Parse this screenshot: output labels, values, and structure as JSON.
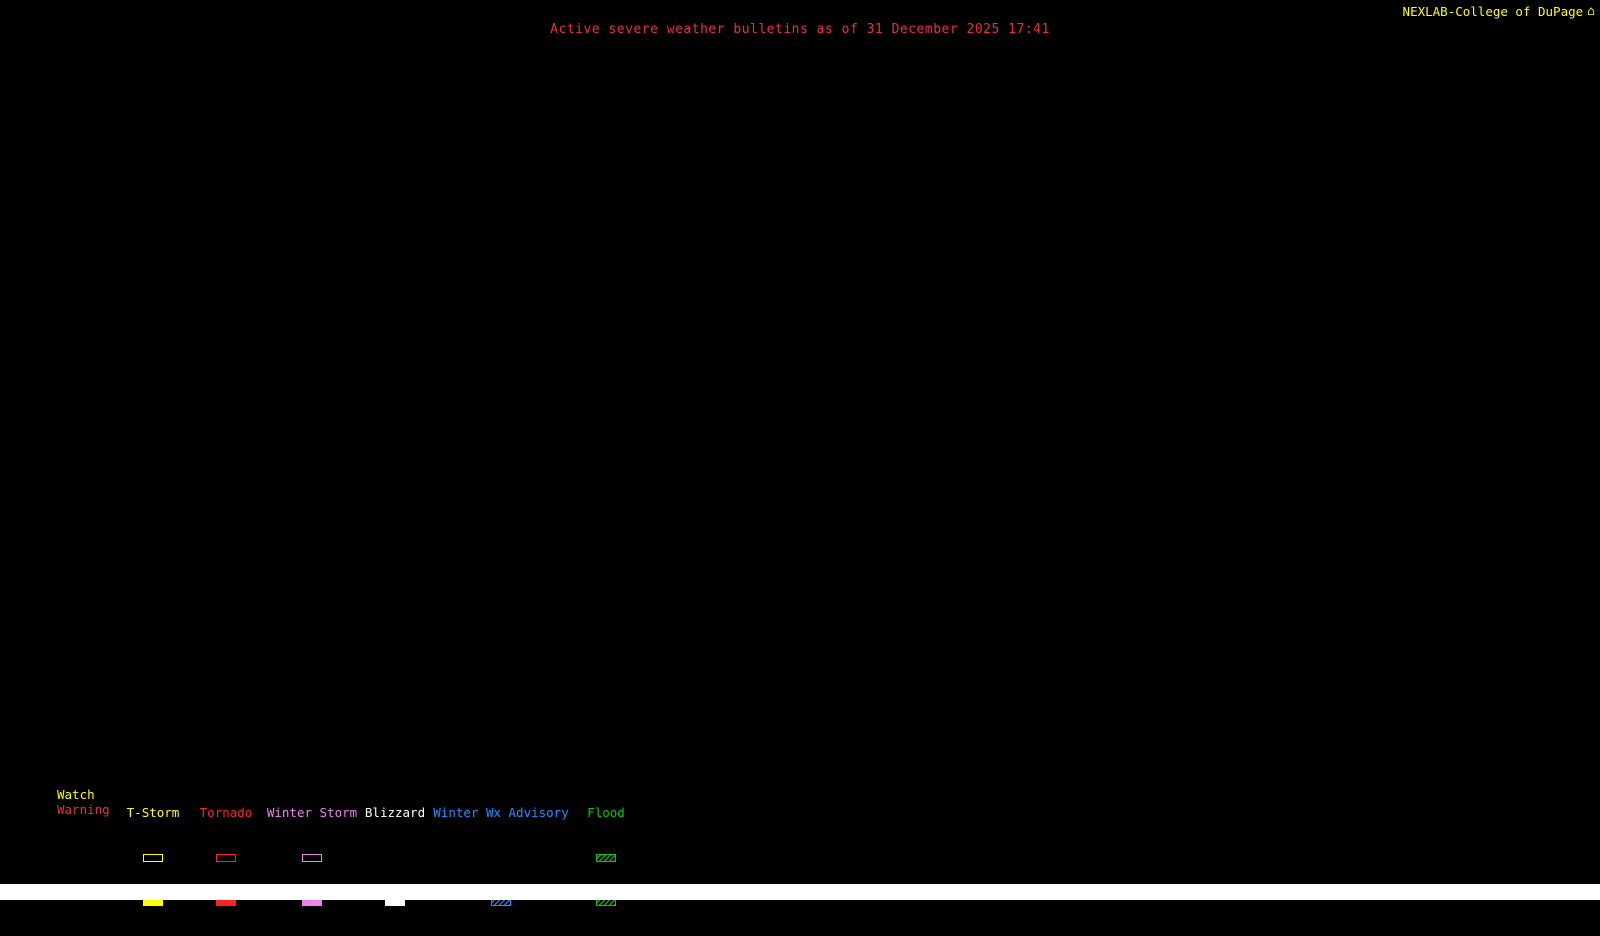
{
  "header": {
    "title": "Active severe weather bulletins as of 31 December 2025 17:41",
    "title_color": "#e8303c",
    "brand": "NEXLAB-College of DuPage",
    "brand_color": "#ffff00",
    "corner_icon": "⌂"
  },
  "map": {
    "background": "#000000"
  },
  "legend": {
    "row_labels": [
      {
        "label": "Watch",
        "color": "#ffff00"
      },
      {
        "label": "Warning",
        "color": "#e8303c"
      }
    ],
    "columns": [
      {
        "label": "T-Storm",
        "color": "#ffff00",
        "watch": "outline",
        "warning": "fill"
      },
      {
        "label": "Tornado",
        "color": "#ff2222",
        "watch": "outline",
        "warning": "fill"
      },
      {
        "label": "Winter Storm",
        "color": "#ee82ee",
        "watch": "outline",
        "warning": "fill"
      },
      {
        "label": "Blizzard",
        "color": "#ffffff",
        "watch": "none",
        "warning": "fill"
      },
      {
        "label": "Winter Wx Advisory",
        "color": "#1e90ff",
        "watch": "none",
        "warning": "hatch"
      },
      {
        "label": "Flood",
        "color": "#00cc00",
        "watch": "hatch",
        "warning": "hatch"
      }
    ]
  },
  "footer": {
    "background": "#ffffff"
  }
}
